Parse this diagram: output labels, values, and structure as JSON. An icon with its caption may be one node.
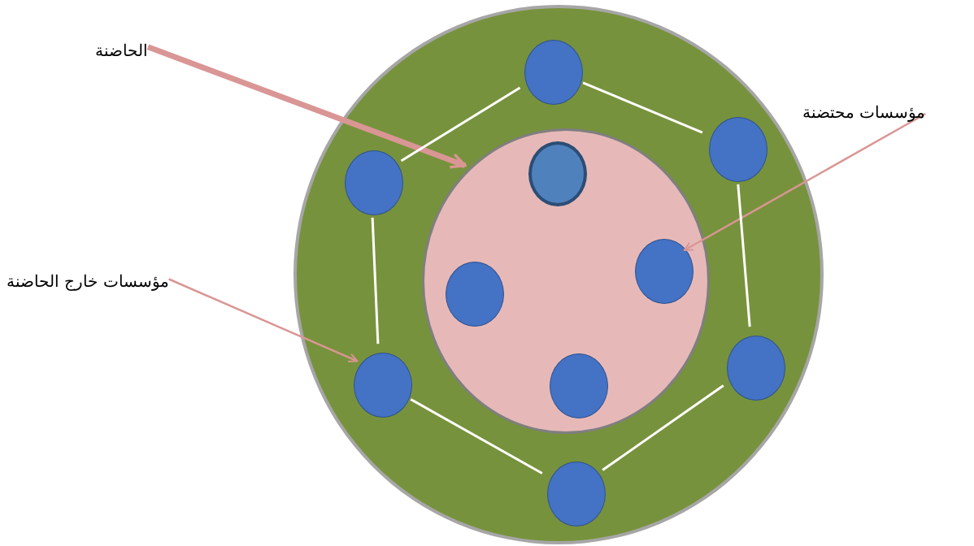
{
  "diagram": {
    "nodes": [
      {
        "text": [
          "الحاضنة"
        ]
      },
      {
        "text": [
          "مؤسسات محتضنة"
        ]
      },
      {
        "text": [
          "مؤسسات خارج الحاضنة"
        ]
      },
      {
        "text": [],
        "shape": "circle"
      },
      {
        "text": [],
        "shape": "circle",
        "in": 3
      },
      {
        "text": [],
        "shape": "circle",
        "in": 3
      },
      {
        "text": [],
        "shape": "circle",
        "in": 3
      },
      {
        "text": [],
        "shape": "circle",
        "in": 3
      },
      {
        "text": [],
        "shape": "circle",
        "in": 3
      },
      {
        "text": [],
        "shape": "circle",
        "in": 3
      },
      {
        "text": [],
        "shape": "circle",
        "in": 3
      },
      {
        "text": [],
        "shape": "circle",
        "in": 4
      },
      {
        "text": [],
        "shape": "circle",
        "in": 4
      },
      {
        "text": [],
        "shape": "circle",
        "in": 4
      },
      {
        "text": [],
        "shape": "circle",
        "in": 4
      }
    ],
    "edges": [
      {
        "from": 0,
        "to": 4,
        "arrow": "to",
        "style": "thick",
        "color": "#d99694"
      },
      {
        "from": 1,
        "to": 13,
        "arrow": "to",
        "color": "#d99694"
      },
      {
        "from": 2,
        "to": 9,
        "arrow": "to",
        "color": "#d99694"
      },
      {
        "from": 5,
        "to": 8,
        "arrow": "none"
      },
      {
        "from": 5,
        "to": 6,
        "arrow": "none"
      },
      {
        "from": 6,
        "to": 7,
        "arrow": "none"
      },
      {
        "from": 7,
        "to": 10,
        "arrow": "none"
      },
      {
        "from": 10,
        "to": 9,
        "arrow": "none"
      },
      {
        "from": 9,
        "to": 8,
        "arrow": "none"
      }
    ]
  }
}
